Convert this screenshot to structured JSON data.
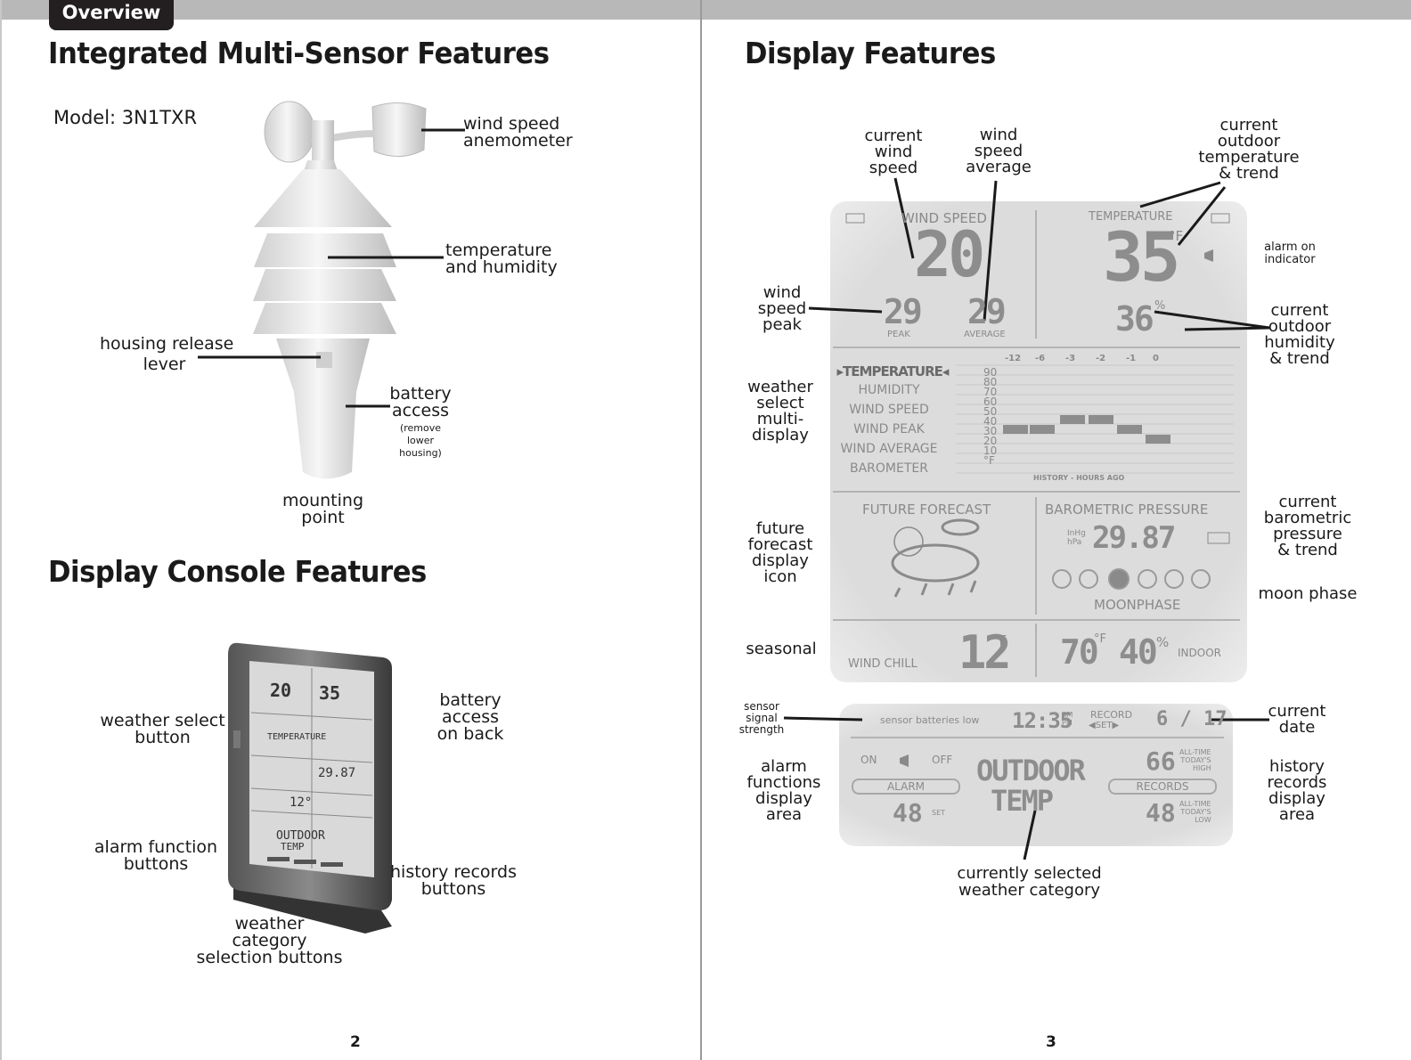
{
  "header": {
    "tab_label": "Overview"
  },
  "left_page": {
    "title": "Integrated Multi-Sensor Features",
    "model": "Model: 3N1TXR",
    "sensor_labels": {
      "wind_speed": "wind speed\nanemometer",
      "temp_humidity": "temperature\nand humidity",
      "housing_release": "housing release\nlever",
      "battery_access": "battery\naccess",
      "battery_note": "(remove\nlower\nhousing)",
      "mounting": "mounting\npoint"
    },
    "console_title": "Display Console Features",
    "console_labels": {
      "weather_select": "weather select\nbutton",
      "battery_back": "battery\naccess\non back",
      "alarm_buttons": "alarm function\nbuttons",
      "history_buttons": "history records\nbuttons",
      "category_buttons": "weather\ncategory\nselection buttons"
    },
    "page_number": "2"
  },
  "right_page": {
    "title": "Display Features",
    "callouts": {
      "current_wind": "current\nwind\nspeed",
      "wind_avg": "wind\nspeed\naverage",
      "outdoor_temp": "current\noutdoor\ntemperature\n& trend",
      "alarm_on": "alarm on\nindicator",
      "wind_peak": "wind\nspeed\npeak",
      "outdoor_humidity": "current\noutdoor\nhumidity\n& trend",
      "weather_select": "weather\nselect\nmulti-\ndisplay",
      "future_forecast": "future\nforecast\ndisplay\nicon",
      "baro": "current\nbarometric\npressure\n& trend",
      "moon": "moon phase",
      "seasonal": "seasonal",
      "sensor_signal": "sensor\nsignal\nstrength",
      "current_date": "current\ndate",
      "alarm_area": "alarm\nfunctions\ndisplay\narea",
      "history_area": "history\nrecords\ndisplay\narea",
      "selected_category": "currently selected\nweather category"
    },
    "lcd": {
      "wind_speed_label": "WIND SPEED",
      "temperature_label": "TEMPERATURE",
      "wind_value": "20",
      "temp_value": "35",
      "temp_unit": "°F",
      "peak_value": "29",
      "peak_label": "PEAK",
      "avg_value": "29",
      "avg_label": "AVERAGE",
      "humidity_value": "36",
      "humidity_unit": "%",
      "history_hours": [
        "-12",
        "-6",
        "-3",
        "-2",
        "-1",
        "0"
      ],
      "menu": [
        "TEMPERATURE",
        "HUMIDITY",
        "WIND SPEED",
        "WIND PEAK",
        "WIND AVERAGE",
        "BAROMETER"
      ],
      "y_ticks": [
        "90",
        "80",
        "70",
        "60",
        "50",
        "40",
        "30",
        "20",
        "10",
        "°F"
      ],
      "history_caption": "HISTORY - HOURS AGO",
      "future_forecast": "FUTURE FORECAST",
      "barometric_pressure": "BAROMETRIC PRESSURE",
      "baro_units": "InHg\nhPa",
      "baro_value": "29.87",
      "moonphase": "MOONPHASE",
      "wind_chill": "WIND CHILL",
      "chill_value": "12",
      "chill_unit": "°F",
      "indoor_temp": "70",
      "indoor_temp_unit": "°F",
      "indoor_hum": "40",
      "indoor_hum_unit": "%",
      "indoor_label": "INDOOR",
      "sensor_batt": "sensor batteries low",
      "time": "12:35",
      "ampm": "AM\nPM",
      "record": "RECORD",
      "set": "◀SET▶",
      "date": "6 / 17",
      "on": "ON",
      "off": "OFF",
      "alarm": "ALARM",
      "alarm_value": "48",
      "set_small": "SET",
      "selected_1": "OUTDOOR",
      "selected_2": "TEMP",
      "high_value": "66",
      "high_label": "ALL-TIME\nTODAY'S\nHIGH",
      "records": "RECORDS",
      "low_value": "48",
      "low_label": "ALL-TIME\nTODAY'S\nLOW"
    },
    "history_bars": [
      {
        "hours": "-12",
        "value": 40
      },
      {
        "hours": "-6",
        "value": 40
      },
      {
        "hours": "-3",
        "value": 50
      },
      {
        "hours": "-2",
        "value": 50
      },
      {
        "hours": "-1",
        "value": 40
      },
      {
        "hours": "0",
        "value": 30
      }
    ],
    "page_number": "3"
  },
  "colors": {
    "lcd_bg": "#dcdcdc",
    "segment": "#8d8d8d",
    "ink": "#1a1a1a",
    "topbar": "#b8b8b8"
  }
}
